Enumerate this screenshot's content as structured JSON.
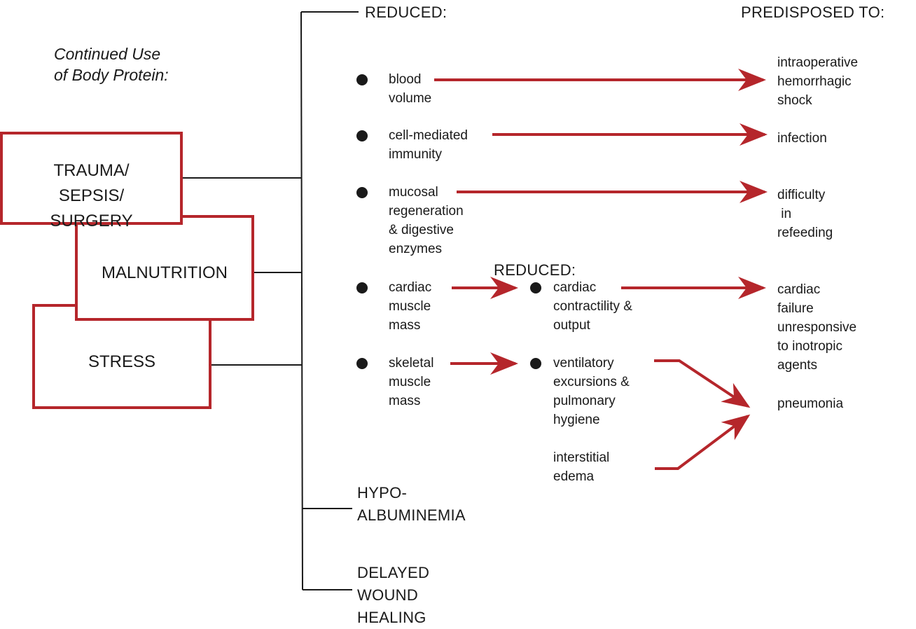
{
  "intro_label": "Continued Use\nof Body Protein:",
  "causes": [
    {
      "label": "TRAUMA/\nSEPSIS/\nSURGERY"
    },
    {
      "label": "MALNUTRITION"
    },
    {
      "label": "STRESS"
    }
  ],
  "headers": {
    "reduced_primary": "REDUCED:",
    "reduced_secondary": "REDUCED:",
    "predisposed": "PREDISPOSED TO:"
  },
  "reduced_items": [
    {
      "label": "blood\nvolume"
    },
    {
      "label": "cell-mediated\nimmunity"
    },
    {
      "label": "mucosal\nregeneration\n& digestive\nenzymes"
    },
    {
      "label": "cardiac\nmuscle\nmass"
    },
    {
      "label": "skeletal\nmuscle\nmass"
    }
  ],
  "secondary_items": [
    {
      "label": "cardiac\ncontractility &\noutput"
    },
    {
      "label": "ventilatory\nexcursions &\npulmonary\nhygiene"
    },
    {
      "label": "interstitial\nedema"
    }
  ],
  "outcomes": [
    {
      "label": "intraoperative\nhemorrhagic\nshock"
    },
    {
      "label": "infection"
    },
    {
      "label": "difficulty\n in\nrefeeding"
    },
    {
      "label": "cardiac\nfailure\nunresponsive\nto inotropic\nagents"
    },
    {
      "label": "pneumonia"
    }
  ],
  "other_effects": [
    {
      "label": "HYPO-\nALBUMINEMIA"
    },
    {
      "label": "DELAYED\nWOUND\nHEALING"
    }
  ],
  "colors": {
    "accent_red": "#b5262b",
    "ink": "#1a1a1a"
  }
}
